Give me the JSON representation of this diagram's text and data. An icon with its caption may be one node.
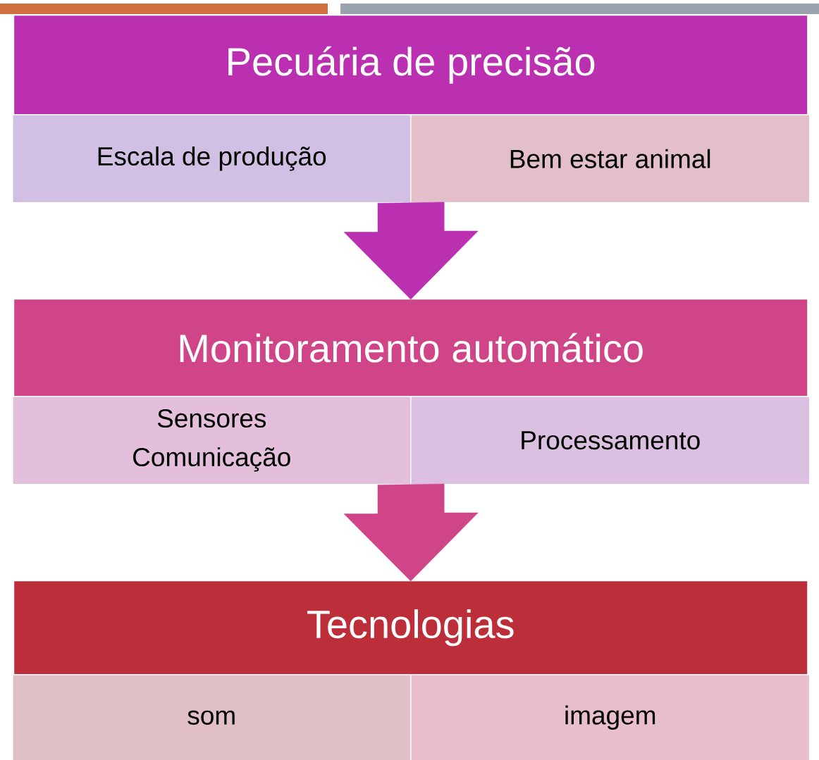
{
  "diagram": {
    "nodes": [
      {
        "text": [
          "Pecuária de precisão"
        ]
      },
      {
        "text": [
          "Escala de produção"
        ]
      },
      {
        "text": [
          "Bem estar animal"
        ]
      },
      {
        "text": [
          "Monitoramento automático"
        ]
      },
      {
        "text": [
          "Sensores",
          "Comunicação"
        ]
      },
      {
        "text": [
          "Processamento"
        ]
      },
      {
        "text": [
          "Tecnologias"
        ]
      },
      {
        "text": [
          "som"
        ]
      },
      {
        "text": [
          "imagem"
        ]
      }
    ],
    "edges": [
      {
        "from": 1,
        "to": 3,
        "arrow": "to",
        "color": "#bb30b0"
      },
      {
        "from": 4,
        "to": 6,
        "arrow": "to",
        "color": "#cf4587"
      }
    ]
  }
}
